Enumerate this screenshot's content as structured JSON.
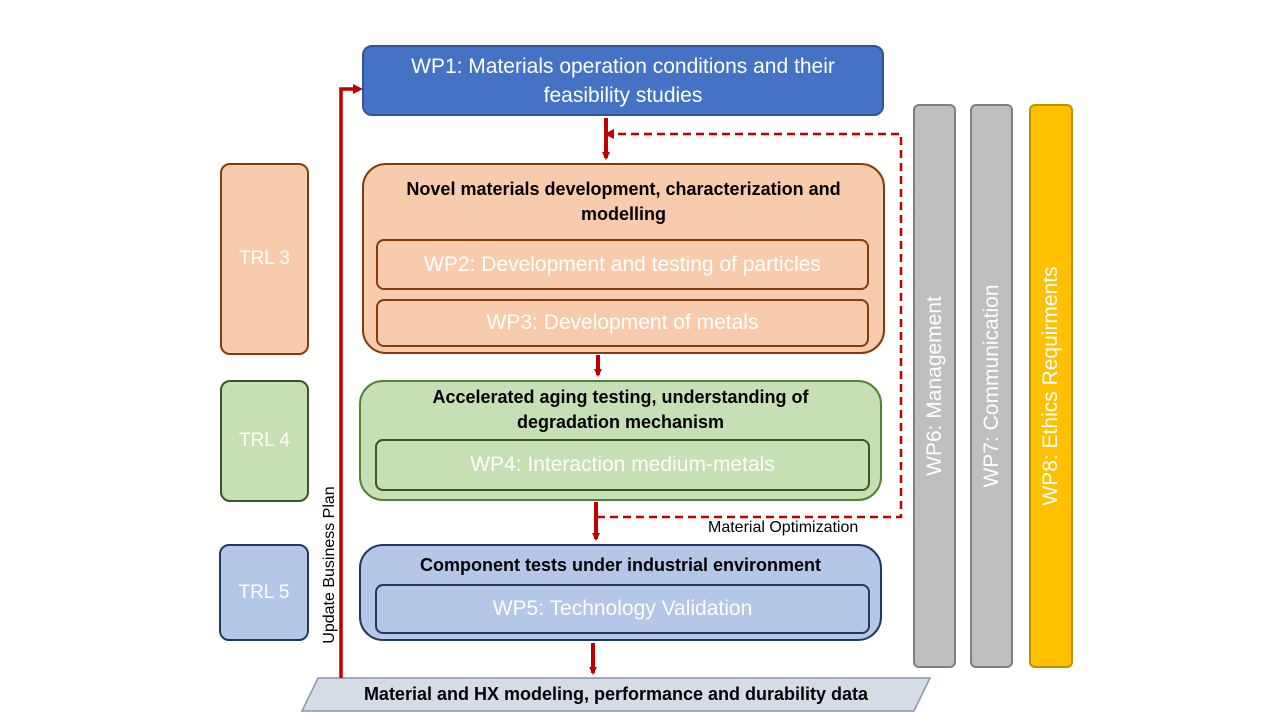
{
  "wp1": {
    "label": "WP1: Materials operation conditions and their feasibility studies"
  },
  "groups": [
    {
      "title": "Novel materials development, characterization and modelling",
      "items": [
        "WP2: Development and testing of particles",
        "WP3: Development of metals"
      ]
    },
    {
      "title": "Accelerated aging testing, understanding of degradation mechanism",
      "items": [
        "WP4: Interaction medium-metals"
      ]
    },
    {
      "title": "Component tests under industrial environment",
      "items": [
        "WP5: Technology Validation"
      ]
    }
  ],
  "trl": [
    "TRL 3",
    "TRL 4",
    "TRL 5"
  ],
  "side_bars": [
    "WP6: Management",
    "WP7: Communication",
    "WP8: Ethics Requirments"
  ],
  "labels": {
    "material_optimization": "Material Optimization",
    "update_business_plan": "Update Business Plan",
    "output": "Material and HX modeling, performance and durability data"
  },
  "colors": {
    "arrow": "#C00000",
    "wp1": "#4472C4",
    "orange": "#F8CBAD",
    "green": "#C5E0B4",
    "blue": "#B4C7E7",
    "gray": "#BFBFBF",
    "gold": "#FFC000",
    "output_fill": "#D6DCE5"
  }
}
